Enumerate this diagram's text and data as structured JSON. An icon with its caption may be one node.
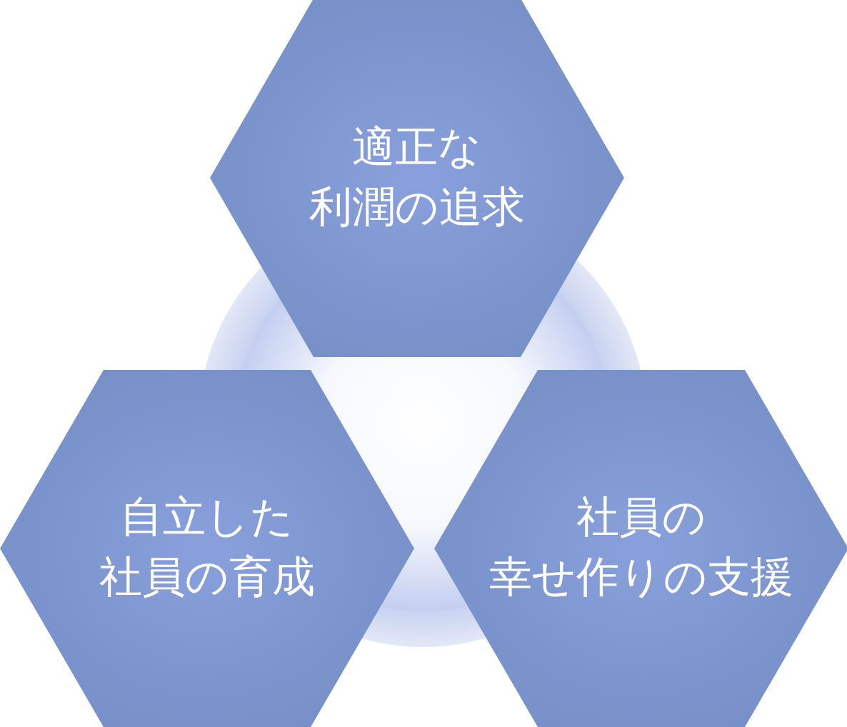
{
  "diagram": {
    "nodes": [
      {
        "text": [
          "適正な利潤の追求"
        ]
      },
      {
        "text": [
          "自立した社員の育成"
        ]
      },
      {
        "text": [
          "社員の幸せ作りの支援"
        ]
      }
    ]
  }
}
